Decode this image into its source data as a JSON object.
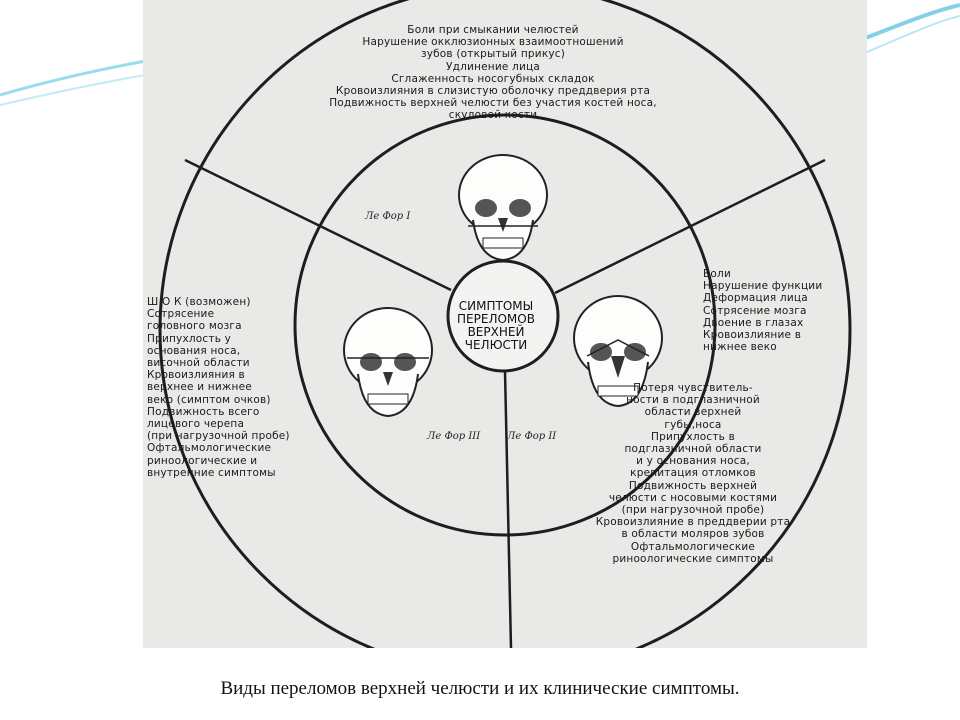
{
  "diagram": {
    "center_label": [
      "СИМПТОМЫ",
      "ПЕРЕЛОМОВ",
      "ВЕРХНЕЙ",
      "ЧЕЛЮСТИ"
    ],
    "sector_labels": {
      "lefort_1": "Ле Фор I",
      "lefort_2": "Ле Фор II",
      "lefort_3": "Ле Фор III"
    },
    "top_symptoms": [
      "Боли при смыкании челюстей",
      "Нарушение окклюзионных взаимоотношений",
      "зубов (открытый прикус)",
      "Удлинение лица",
      "Сглаженность носогубных складок",
      "Кровоизлияния в слизистую оболочку преддверия рта",
      "Подвижность верхней челюсти без участия костей носа,",
      "скуловой кости"
    ],
    "right_symptoms": [
      "Боли",
      "Нарушение функции",
      "Деформация лица",
      "Сотрясение мозга",
      "Двоение в глазах",
      "Кровоизлияние в",
      "нижнее веко"
    ],
    "lower_right_symptoms": [
      "Потеря чувствитель-",
      "ности в подглазничной",
      "области верхней",
      "губы,носа",
      "Припухлость в",
      "подглазничной области",
      "и у основания носа,",
      "крепитация отломков",
      "Подвижность верхней",
      "челюсти с носовыми костями",
      "(при нагрузочной пробе)",
      "Кровоизлияние в преддверии рта",
      "в области моляров зубов",
      "Офтальмологические",
      "риноологические симптомы"
    ],
    "left_symptoms": [
      "Ш О К (возможен)",
      "Сотрясение",
      "головного мозга",
      "Припухлость у",
      "основания носа,",
      "височной области",
      "Кровоизлияния в",
      "верхнее и нижнее",
      "веко (симптом очков)",
      "Подвижность всего",
      "лицевого черепа",
      "(при нагрузочной пробе)",
      "Офтальмологические",
      "риноологические и",
      "внутренние симптомы"
    ]
  },
  "caption": "Виды переломов верхней челюсти и их клинические симптомы."
}
